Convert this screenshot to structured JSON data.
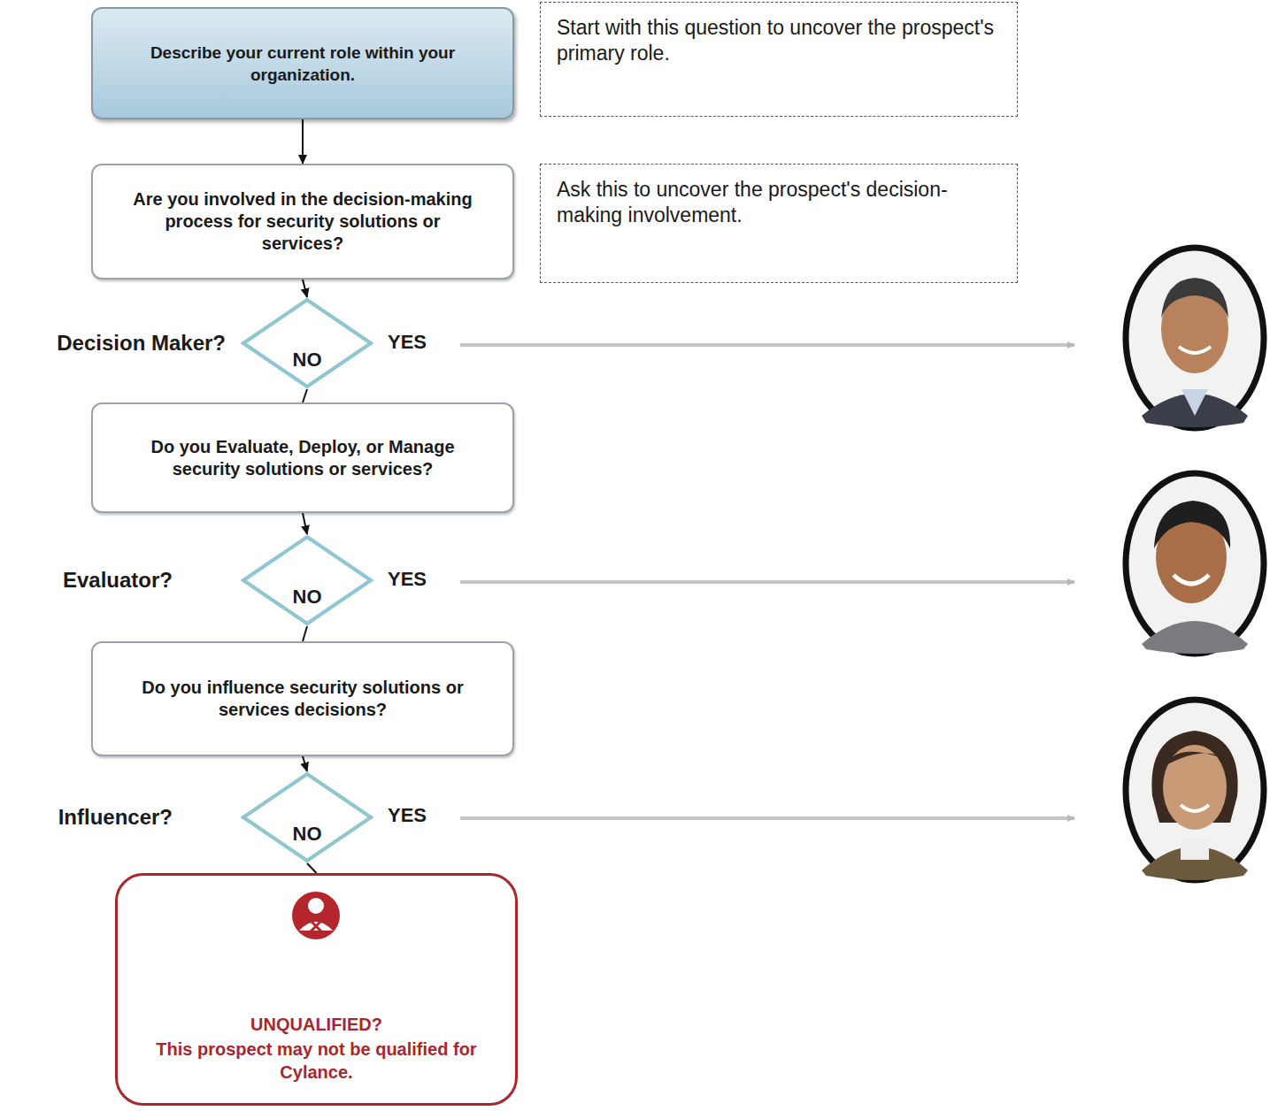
{
  "diagram": {
    "nodes": [
      {
        "text": [
          "Describe your current role within your organization."
        ]
      },
      {
        "text": [
          "Start with this question to uncover the prospect's primary role."
        ]
      },
      {
        "text": [
          "Are you involved in the decision-making process for security solutions or services?"
        ]
      },
      {
        "text": [
          "Ask this to uncover the prospect's decision-making involvement."
        ]
      },
      {
        "text": [
          "Decision Maker?",
          "NO"
        ]
      },
      {
        "text": [
          "Do you Evaluate, Deploy, or Manage security solutions or services?"
        ]
      },
      {
        "text": [
          "Evaluator?",
          "NO"
        ]
      },
      {
        "text": [
          "Do you influence security solutions or services decisions?"
        ]
      },
      {
        "text": [
          "Influencer?",
          "NO"
        ]
      },
      {
        "text": [
          "UNQUALIFIED?",
          "This prospect may not be qualified for Cylance."
        ]
      }
    ],
    "edges": [
      {
        "from": 0,
        "to": 2,
        "arrow": "to"
      },
      {
        "from": 2,
        "to": 4,
        "arrow": "to"
      },
      {
        "from": 4,
        "to": 5,
        "arrow": "none"
      },
      {
        "from": 5,
        "to": 6,
        "arrow": "to"
      },
      {
        "from": 6,
        "to": 7,
        "arrow": "none"
      },
      {
        "from": 7,
        "to": 8,
        "arrow": "to"
      },
      {
        "from": 8,
        "to": 9,
        "arrow": "none"
      }
    ],
    "labels": [
      "YES",
      "YES",
      "YES"
    ]
  }
}
